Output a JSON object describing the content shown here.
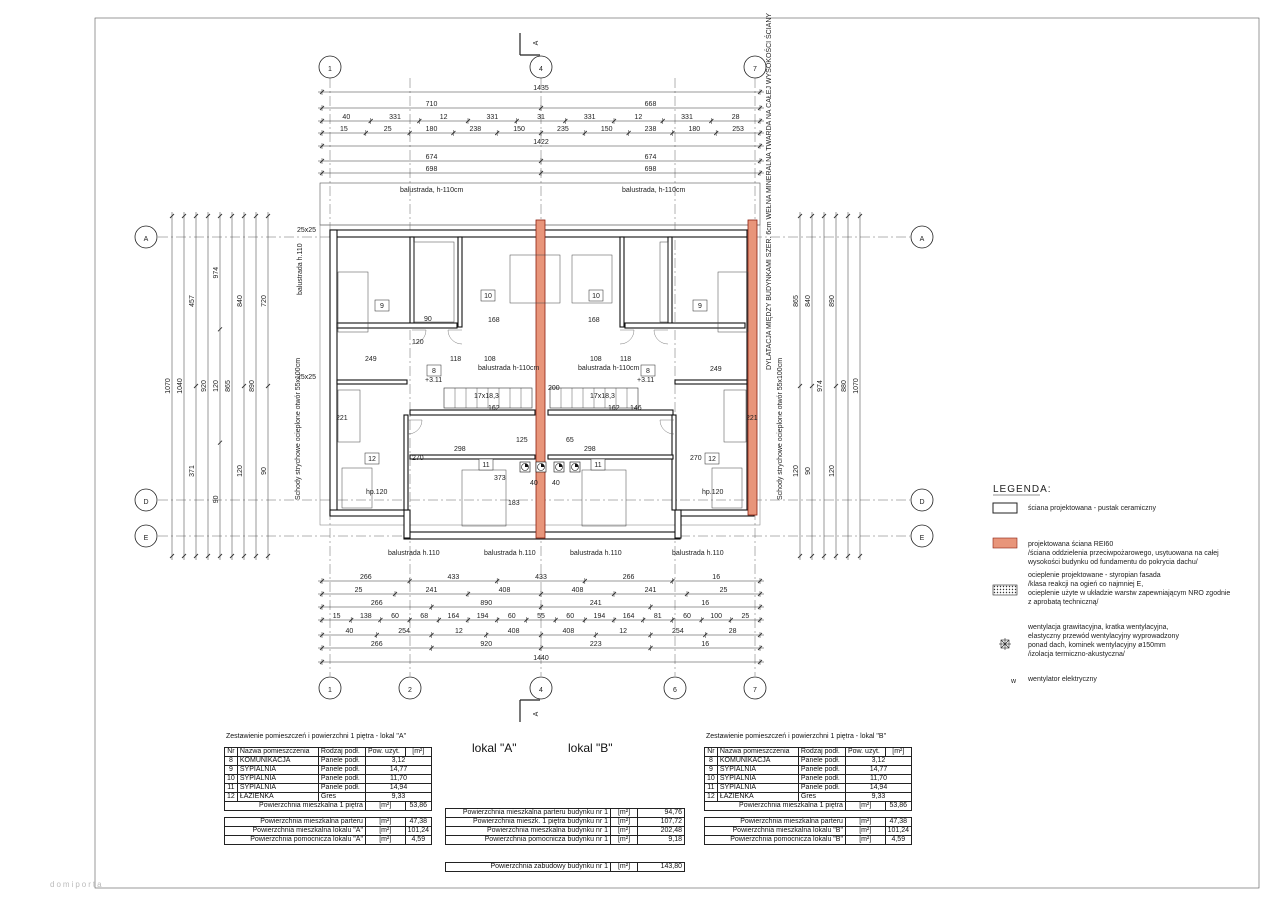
{
  "grid": {
    "top_axes": [
      "1",
      "4",
      "7"
    ],
    "bottom_axes": [
      "1",
      "2",
      "4",
      "6",
      "7"
    ],
    "side_axes": [
      "A",
      "D",
      "E"
    ],
    "section_marks": [
      "A",
      "A"
    ]
  },
  "dims_top": {
    "overall": "1435",
    "row2": [
      "710",
      "668"
    ],
    "row3": [
      "40",
      "331",
      "12",
      "331",
      "31",
      "331",
      "12",
      "331",
      "28"
    ],
    "row4": [
      "15",
      "25",
      "180",
      "238",
      "150",
      "235",
      "150",
      "238",
      "180",
      "253"
    ],
    "row5": [
      "1422"
    ],
    "row6": [
      "674",
      "674"
    ],
    "row7": [
      "698",
      "698"
    ]
  },
  "dims_bottom": {
    "row1": [
      "266",
      "433",
      "433",
      "266",
      "16"
    ],
    "row2": [
      "25",
      "241",
      "408",
      "408",
      "241",
      "25"
    ],
    "row3": [
      "266",
      "890",
      "241",
      "16"
    ],
    "row4": [
      "15",
      "138",
      "60",
      "68",
      "164",
      "194",
      "60",
      "55",
      "60",
      "194",
      "164",
      "81",
      "60",
      "100",
      "25"
    ],
    "row5": [
      "40",
      "254",
      "12",
      "408",
      "408",
      "12",
      "254",
      "28"
    ],
    "row6": [
      "266",
      "920",
      "223",
      "16"
    ],
    "overall": "1440"
  },
  "dims_left": [
    "1070",
    "1040",
    "920",
    "457",
    "371",
    "840",
    "865",
    "974",
    "890",
    "720",
    "120",
    "90"
  ],
  "dims_right": [
    "865",
    "840",
    "974",
    "890",
    "880",
    "1070",
    "120",
    "90"
  ],
  "floor_plan": {
    "balustrade_top_left": "balustrada, h-110cm",
    "balustrade_top_right": "balustrada, h-110cm",
    "balustrade_side": "balustrada h.110",
    "balustrade_bottom": [
      "balustrada h.110",
      "balustrada h.110",
      "balustrada h.110",
      "balustrada h.110"
    ],
    "stairs_left": "Schody strychowe ocieplone otwór 55x100cm",
    "stairs_right": "Schody strychowe ocieplone otwór 55x100cm",
    "dilatation": "DYLATACJA MIĘDZY BUDYNKAMI SZER. 6cm WEŁNA MINERALNA TWARDA NA CAŁEJ WYSOKOŚCI ŚCIANY",
    "rooms_left": [
      "9",
      "10",
      "8",
      "11",
      "12"
    ],
    "rooms_right": [
      "10",
      "9",
      "8",
      "11",
      "12"
    ],
    "stair_notes": [
      "balustrada h-110cm",
      "balustrada h-110cm",
      "17x18,3",
      "17x18,3"
    ],
    "levels": [
      "+3.11",
      "+3.11"
    ],
    "vents": [
      "25x25",
      "25x25"
    ],
    "hp": [
      "hp.120",
      "hp.120"
    ],
    "misc_dims": [
      "168",
      "168",
      "118",
      "118",
      "108",
      "108",
      "298",
      "298",
      "373",
      "183",
      "120",
      "90",
      "249",
      "249",
      "162",
      "162",
      "146",
      "200",
      "125",
      "65",
      "40",
      "40",
      "270",
      "270",
      "221",
      "221"
    ]
  },
  "legend": {
    "title": "LEGENDA:",
    "items": [
      {
        "symbol": "wall",
        "text": [
          "ściana projektowana - pustak ceramiczny"
        ]
      },
      {
        "symbol": "firewall",
        "text": [
          "projektowana ściana REI60",
          "/ściana oddzielenia przeciwpożarowego, usytuowana na całej",
          "wysokości budynku od fundamentu do pokrycia dachu/"
        ]
      },
      {
        "symbol": "insulation",
        "text": [
          "ocieplenie projektowane - styropian fasada",
          "/klasa reakcji na ogień co najmniej E,",
          "ocieplenie użyte w układzie warstw zapewniającym NRO zgodnie",
          "z aprobatą techniczną/"
        ]
      },
      {
        "symbol": "vent",
        "text": [
          "wentylacja grawitacyjna,   kratka wentylacyjna,",
          "elastyczny przewód wentylacyjny wyprowadzony",
          "ponad dach, kominek wentylacyjny ø150mm",
          "/izolacja termiczno-akustyczna/"
        ]
      },
      {
        "symbol": "fan",
        "text": [
          "wentylator elektryczny"
        ]
      }
    ],
    "fan_symbol": "w"
  },
  "colors": {
    "firewall": "#e8957a",
    "firewall_stroke": "#8b1e10",
    "line": "#222222"
  },
  "table_a": {
    "title": "Zestawienie pomieszczeń i powierzchni 1 piętra - lokal \"A\"",
    "headers": [
      "Nr",
      "Nazwa pomieszczenia",
      "Rodzaj podł.",
      "Pow. użyt.",
      "[m²]"
    ],
    "rows": [
      [
        "8",
        "KOMUNIKACJA",
        "Panele podł.",
        "3,12"
      ],
      [
        "9",
        "SYPIALNIA",
        "Panele podł.",
        "14,77"
      ],
      [
        "10",
        "SYPIALNIA",
        "Panele podł.",
        "11,70"
      ],
      [
        "11",
        "SYPIALNIA",
        "Panele podł.",
        "14,94"
      ],
      [
        "12",
        "ŁAZIENKA",
        "Gres",
        "9,33"
      ]
    ],
    "total_label": "Powierzchnia mieszkalna 1 piętra",
    "total_unit": "[m²]",
    "total_value": "53,86",
    "sum_rows": [
      [
        "Powierzchnia mieszkalna parteru",
        "[m²]",
        "47,38"
      ],
      [
        "Powierzchnia mieszkalna lokalu \"A\"",
        "[m²]",
        "101,24"
      ],
      [
        "Powierzchnia pomocnicza lokalu \"A\"",
        "[m²]",
        "4,59"
      ]
    ]
  },
  "table_b": {
    "title": "Zestawienie pomieszczeń i powierzchni 1 piętra - lokal \"B\"",
    "headers": [
      "Nr",
      "Nazwa pomieszczenia",
      "Rodzaj podł.",
      "Pow. użyt.",
      "[m²]"
    ],
    "rows": [
      [
        "8",
        "KOMUNIKACJA",
        "Panele podł.",
        "3,12"
      ],
      [
        "9",
        "SYPIALNIA",
        "Panele podł.",
        "14,77"
      ],
      [
        "10",
        "SYPIALNIA",
        "Panele podł.",
        "11,70"
      ],
      [
        "11",
        "SYPIALNIA",
        "Panele podł.",
        "14,94"
      ],
      [
        "12",
        "ŁAZIENKA",
        "Gres",
        "9,33"
      ]
    ],
    "total_label": "Powierzchnia mieszkalna 1 piętra",
    "total_unit": "[m²]",
    "total_value": "53,86",
    "sum_rows": [
      [
        "Powierzchnia mieszkalna parteru",
        "[m²]",
        "47,38"
      ],
      [
        "Powierzchnia mieszkalna lokalu \"B\"",
        "[m²]",
        "101,24"
      ],
      [
        "Powierzchnia pomocnicza lokalu \"B\"",
        "[m²]",
        "4,59"
      ]
    ]
  },
  "lokal_labels": [
    "lokal \"A\"",
    "lokal \"B\""
  ],
  "table_building": {
    "rows": [
      [
        "Powierzchnia mieszkalna parteru budynku nr 1",
        "[m²]",
        "94,76"
      ],
      [
        "Powierzchnia mieszk. 1 piętra budynku nr 1",
        "[m²]",
        "107,72"
      ],
      [
        "Powierzchnia mieszkalna budynku nr 1",
        "[m²]",
        "202,48"
      ],
      [
        "Powierzchnia pomocnicza budynku nr 1",
        "[m²]",
        "9,18"
      ]
    ],
    "footprint": [
      "Powierzchnia zabudowy budynku nr 1",
      "[m²]",
      "143,80"
    ]
  },
  "watermark": "domiporta"
}
